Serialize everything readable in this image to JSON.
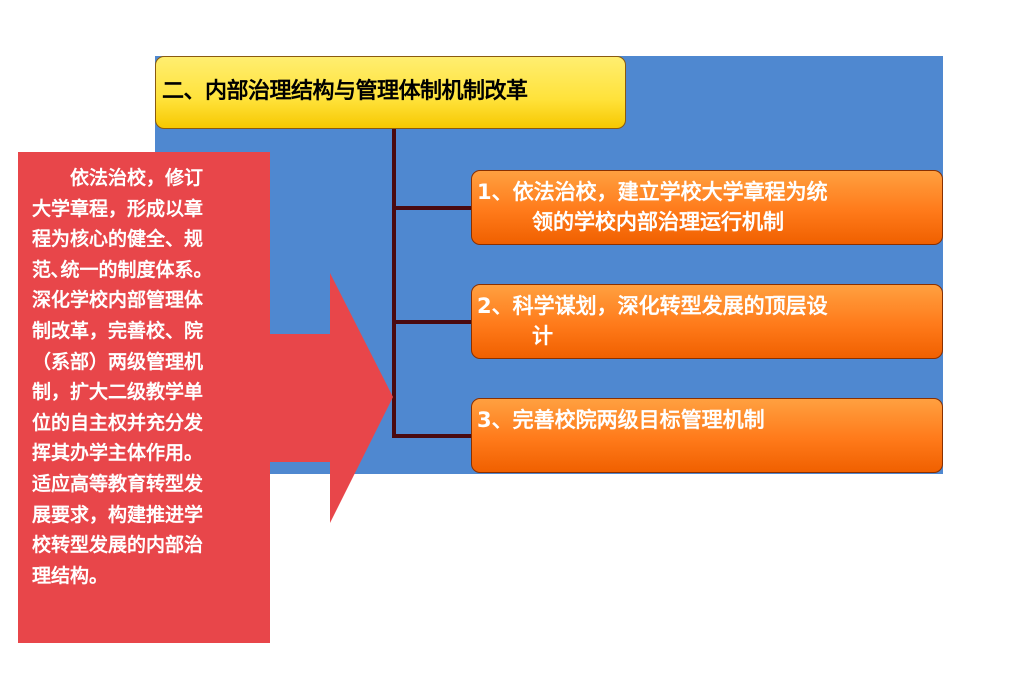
{
  "title": "二、内部治理结构与管理体制机制改革",
  "items": [
    {
      "line1": "1、依法治校，建立学校大学章程为统",
      "line2": "领的学校内部治理运行机制"
    },
    {
      "line1": "2、科学谋划，深化转型发展的顶层设",
      "line2": "计"
    },
    {
      "line1": "3、完善校院两级目标管理机制",
      "line2": ""
    }
  ],
  "summary_lines": [
    "　　依法治校，修订",
    "大学章程，形成以章",
    "程为核心的健全、规",
    "范､统一的制度体系。",
    "深化学校内部管理体",
    "制改革，完善校、院",
    "（系部）两级管理机",
    "制，扩大二级教学单",
    "位的自主权并充分发",
    "挥其办学主体作用。",
    "适应高等教育转型发",
    "展要求，构建推进学",
    "校转型发展的内部治",
    "理结构。"
  ],
  "colors": {
    "background_panel": "#4f88d0",
    "summary_panel": "#e8464a",
    "title_box": "#ffe23a",
    "item_box": "#ff7a1a",
    "connector": "#4a0a10"
  }
}
